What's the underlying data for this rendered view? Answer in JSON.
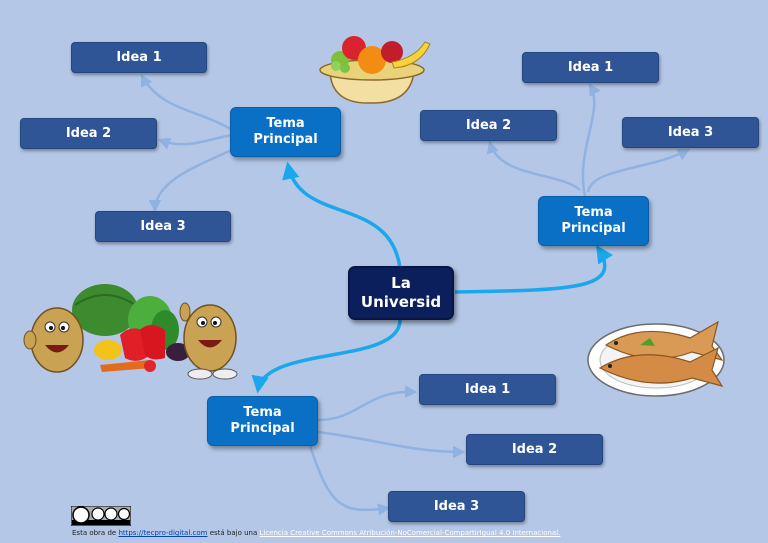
{
  "center": {
    "line1": "La",
    "line2": "Universid"
  },
  "branches": {
    "top_left": {
      "topic_line1": "Tema",
      "topic_line2": "Principal",
      "ideas": [
        "Idea 1",
        "Idea 2",
        "Idea 3"
      ]
    },
    "right": {
      "topic_line1": "Tema",
      "topic_line2": "Principal",
      "ideas": [
        "Idea 1",
        "Idea 2",
        "Idea 3"
      ]
    },
    "bottom": {
      "topic_line1": "Tema",
      "topic_line2": "Principal",
      "ideas": [
        "Idea 1",
        "Idea 2",
        "Idea 3"
      ]
    }
  },
  "footer": {
    "prefix": "Esta obra de ",
    "link": "https://tecpro-digital.com",
    "middle": " está bajo una ",
    "license": "Licencia Creative Commons Atribución-NoComercial-CompartirIgual 4.0 Internacional."
  },
  "colors": {
    "background": "#b4c7e7",
    "idea_box": "#2f5597",
    "topic_box": "#0a70c6",
    "center_box": "#0b1f5c",
    "main_connector": "#1aa7ec",
    "idea_connector": "#8fb2e0"
  },
  "decorations": [
    "fruit-bowl",
    "vegetables-with-potatoes",
    "fish-plate",
    "cc-license-badge"
  ]
}
